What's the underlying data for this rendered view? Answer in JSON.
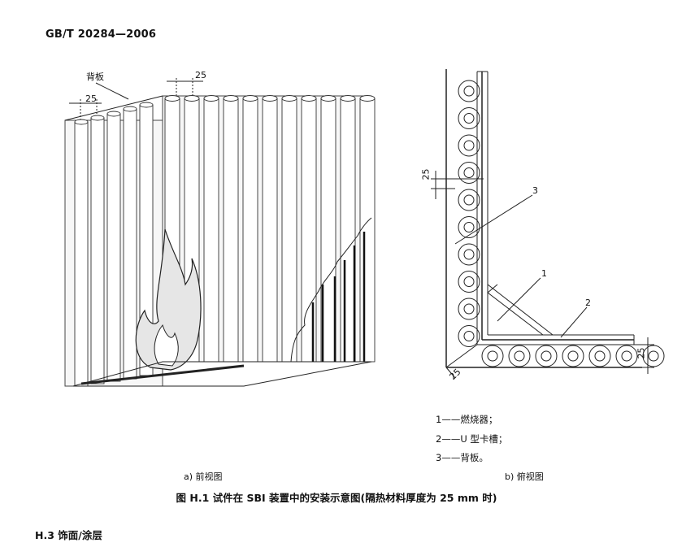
{
  "document": {
    "standard_code": "GB/T 20284—2006",
    "figure": {
      "subfigure_a": {
        "label": "a)  前视图",
        "backboard_label": "背板",
        "dim_left": "25",
        "dim_top": "25"
      },
      "subfigure_b": {
        "label": "b)  俯视图",
        "dim_vertical": "25",
        "dim_right": "25",
        "dim_corner": "25",
        "callouts": [
          "1",
          "2",
          "3"
        ],
        "legend": [
          "1——燃烧器；",
          "2——U 型卡槽；",
          "3——背板。"
        ]
      },
      "caption": "图 H.1  试件在 SBI 装置中的安装示意图(隔热材料厚度为 25 mm 时)"
    },
    "section_heading": "H.3  饰面/涂层"
  }
}
